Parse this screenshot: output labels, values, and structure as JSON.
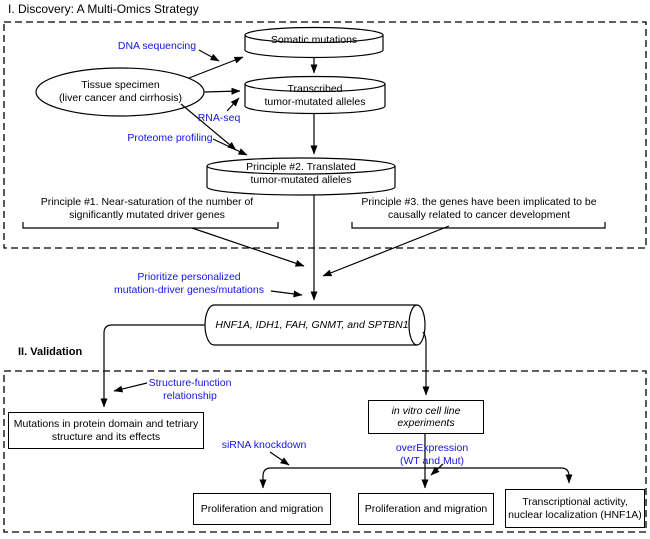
{
  "colors": {
    "accent_blue": "#1414e6",
    "line": "#000000",
    "background": "#ffffff"
  },
  "discovery": {
    "section_title": "I. Discovery: A Multi-Omics Strategy",
    "tissue_ellipse": {
      "line1": "Tissue specimen",
      "line2": "(liver cancer and cirrhosis)"
    },
    "methods": {
      "dna_sequencing": "DNA sequencing",
      "rna_seq": "RNA-seq",
      "proteome_profiling": "Proteome profiling"
    },
    "cylinders": {
      "somatic": "Somatic mutations",
      "transcribed_line1": "Transcribed",
      "transcribed_line2": "tumor-mutated alleles",
      "translated_line1": "Principle #2. Translated",
      "translated_line2": "tumor-mutated alleles"
    },
    "principle1_line1": "Principle #1. Near-saturation of the number of",
    "principle1_line2": "significantly mutated driver genes",
    "principle3_line1": "Principle #3. the genes have been implicated to be",
    "principle3_line2": "causally related to cancer development"
  },
  "prioritize": {
    "line1": "Prioritize personalized",
    "line2": "mutation-driver genes/mutations"
  },
  "gene_cylinder_label": "HNF1A, IDH1, FAH, GNMT, and SPTBN1",
  "validation": {
    "section_title": "II. Validation",
    "structure_function_line1": "Structure-function",
    "structure_function_line2": "relationship",
    "mutations_box_line1": "Mutations in protein domain and tetriary",
    "mutations_box_line2": "structure and its effects",
    "sirna_label": "siRNA knockdown",
    "overexpression_line1": "overExpression",
    "overexpression_line2": "(WT and Mut)",
    "invitro_line1": "in vitro cell line",
    "invitro_line2": "experiments",
    "proliferation_box1": "Proliferation and migration",
    "proliferation_box2": "Proliferation and migration",
    "transcriptional_line1": "Transcriptional activity,",
    "transcriptional_line2": "nuclear localization (HNF1A)"
  }
}
